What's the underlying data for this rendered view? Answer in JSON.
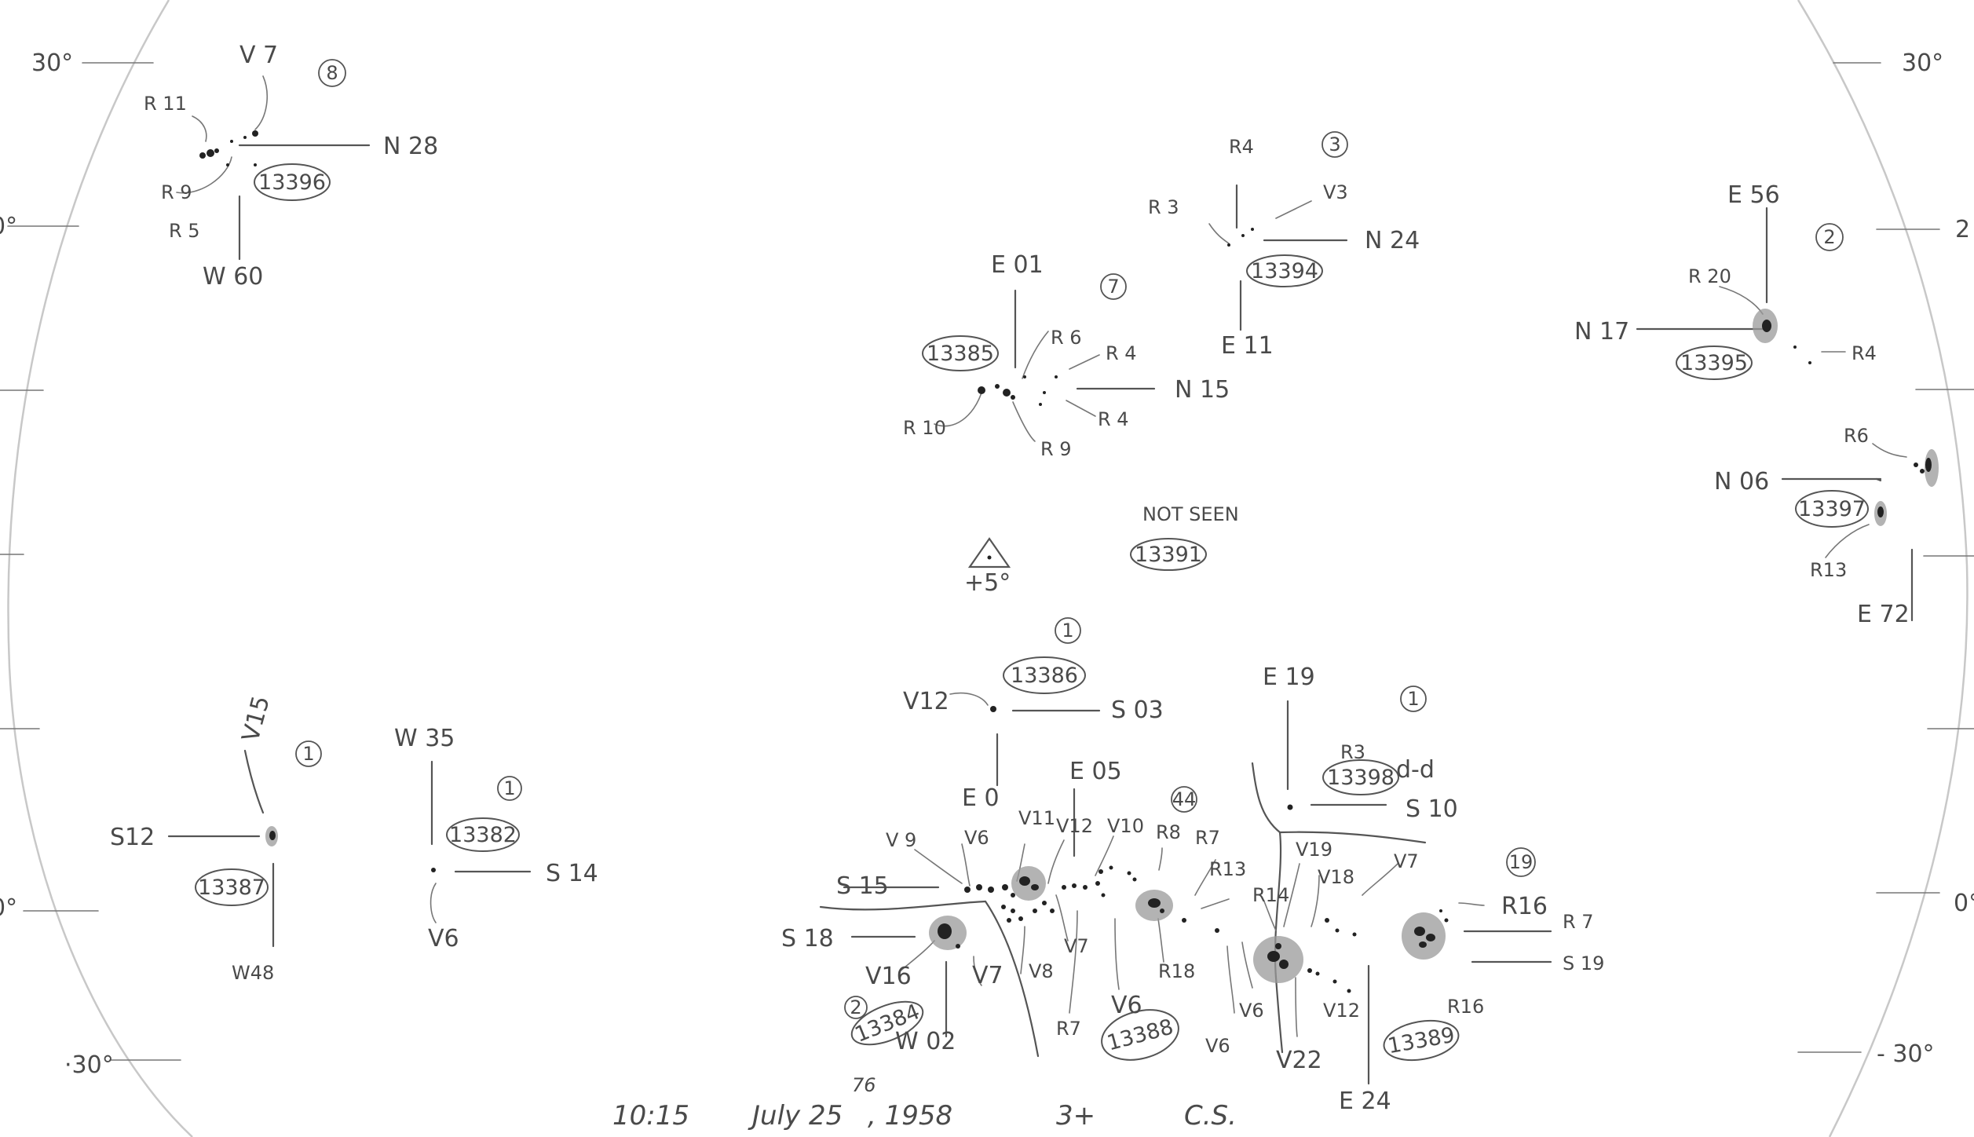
{
  "scale": {
    "left": [
      {
        "label": "30°"
      },
      {
        "label": "0°"
      },
      {
        "label": "0°"
      },
      {
        "label": "·30°"
      }
    ],
    "right": [
      {
        "label": "30°"
      },
      {
        "label": "2"
      },
      {
        "label": "0°"
      },
      {
        "label": "- 30°"
      }
    ]
  },
  "regions": [
    {
      "number": "13396",
      "count": "8",
      "labels": [
        "V 7",
        "R 11",
        "R 9",
        "R 5",
        "N 28",
        "W 60"
      ]
    },
    {
      "number": "13394",
      "count": "3",
      "labels": [
        "R4",
        "R 3",
        "V3",
        "N 24",
        "E 11"
      ]
    },
    {
      "number": "13395",
      "count": "2",
      "labels": [
        "E 56",
        "R 20",
        "N 17",
        "R4"
      ]
    },
    {
      "number": "13385",
      "count": "7",
      "labels": [
        "E 01",
        "R 6",
        "R 4",
        "R 4",
        "N 15",
        "R 10",
        "R 9"
      ]
    },
    {
      "number": "13397",
      "count": "",
      "labels": [
        "R6",
        "N 06",
        "R13",
        "E 72"
      ]
    },
    {
      "number": "13386",
      "count": "1",
      "labels": [
        "V12",
        "S 03",
        "E 0"
      ]
    },
    {
      "number": "13398",
      "count": "1",
      "labels": [
        "E 19",
        "R3",
        "S 10",
        "d-d"
      ]
    },
    {
      "number": "13387",
      "count": "1",
      "labels": [
        "V15",
        "S12",
        "W48"
      ]
    },
    {
      "number": "13382",
      "count": "1",
      "labels": [
        "W 35",
        "S 14",
        "V6"
      ]
    },
    {
      "number": "13384",
      "count": "2",
      "labels": [
        "S 18",
        "V16",
        "V7",
        "W 02"
      ]
    },
    {
      "number": "13388",
      "count": "44",
      "labels": [
        "E 05",
        "V 9",
        "V6",
        "V11",
        "V12",
        "V10",
        "R8",
        "R7",
        "S 15",
        "V7",
        "V8",
        "R13",
        "R18",
        "R7",
        "V6"
      ]
    },
    {
      "number": "13389",
      "count": "19",
      "labels": [
        "R14",
        "V19",
        "V18",
        "V7",
        "R16",
        "R 7",
        "S 19",
        "V6",
        "V6",
        "V12",
        "V22",
        "R16",
        "E 24"
      ]
    }
  ],
  "not_seen": {
    "label": "NOT SEEN",
    "number": "13391"
  },
  "center_marker": {
    "label": "+5°"
  },
  "footer": {
    "time": "10:15",
    "date_month_day": "July 25",
    "date_correction": "76",
    "date_year": ", 1958",
    "seeing": "3+",
    "observer": "C.S."
  }
}
